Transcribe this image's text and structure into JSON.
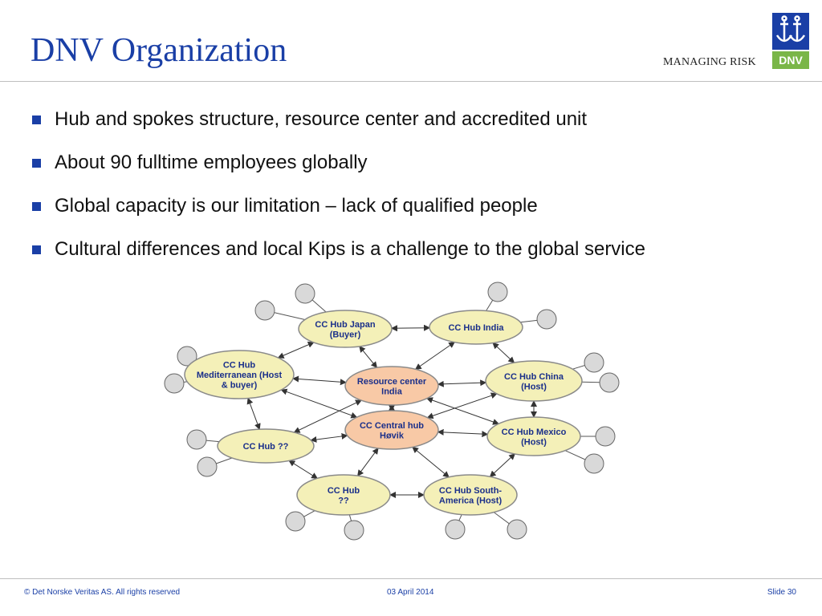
{
  "header": {
    "title": "DNV Organization",
    "tagline": "MANAGING RISK",
    "logo_text": "DNV"
  },
  "bullets": [
    "Hub and spokes structure, resource center and accredited unit",
    "About 90 fulltime employees globally",
    "Global capacity is our limitation – lack of qualified people",
    "Cultural differences and local Kips is a challenge to the global service"
  ],
  "diagram": {
    "nodes": {
      "japan": [
        "CC Hub Japan",
        "(Buyer)"
      ],
      "india": [
        "CC Hub India"
      ],
      "med": [
        "CC Hub",
        "Mediterranean (Host",
        "& buyer)"
      ],
      "resource": [
        "Resource center",
        "India"
      ],
      "china": [
        "CC Hub China",
        "(Host)"
      ],
      "central": [
        "CC Central hub",
        "Høvik"
      ],
      "mexico": [
        "CC Hub Mexico",
        "(Host)"
      ],
      "hubq1": [
        "CC Hub ??"
      ],
      "hubq2": [
        "CC Hub",
        "??"
      ],
      "southam": [
        "CC Hub South-",
        "America (Host)"
      ]
    },
    "colors": {
      "hub_fill": "#f4f0b8",
      "central_fill": "#f8c9a6",
      "spoke_fill": "#d9d9d9",
      "text": "#1a2f8a"
    }
  },
  "footer": {
    "copyright": "© Det Norske Veritas AS. All rights reserved",
    "date": "03 April 2014",
    "slide": "Slide 30"
  }
}
